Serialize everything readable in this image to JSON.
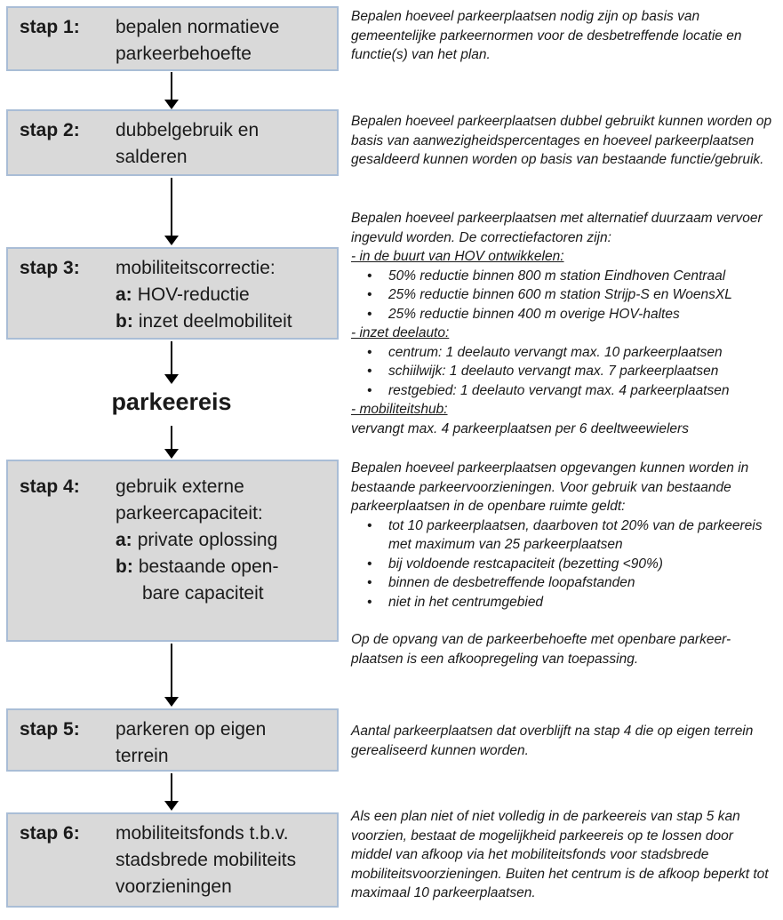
{
  "colors": {
    "box-fill": "#d9d9d9",
    "box-border": "#a9bdd6",
    "arrow": "#000000",
    "text": "#1a1a1a"
  },
  "milestone_label": "parkeereis",
  "steps": [
    {
      "label": "stap 1:",
      "line1": "bepalen normatieve",
      "line2": "parkeerbehoefte"
    },
    {
      "label": "stap 2:",
      "line1": "dubbelgebruik en",
      "line2": "salderen"
    },
    {
      "label": "stap 3:",
      "line1": "mobiliteitscorrectie:",
      "a_label": "a:",
      "a_text": "HOV-reductie",
      "b_label": "b:",
      "b_text": "inzet deelmobiliteit"
    },
    {
      "label": "stap 4:",
      "line1": "gebruik externe",
      "line2": "parkeercapaciteit:",
      "a_label": "a:",
      "a_text": "private oplossing",
      "b_label": "b:",
      "b_text": "bestaande open-",
      "b_wrap": "bare capaciteit"
    },
    {
      "label": "stap 5:",
      "line1": "parkeren op eigen",
      "line2": "terrein"
    },
    {
      "label": "stap 6:",
      "line1": "mobiliteitsfonds t.b.v.",
      "line2": "stadsbrede mobiliteits",
      "line3": "voorzieningen"
    }
  ],
  "notes": [
    {
      "text": "Bepalen hoeveel parkeerplaatsen nodig zijn op basis van gemeentelijke parkeernormen voor de desbetreffende locatie en functie(s) van het plan."
    },
    {
      "text": "Bepalen hoeveel parkeerplaatsen dubbel gebruikt kunnen worden op basis van aanwezigheidspercentages en hoeveel parkeerplaatsen gesaldeerd kunnen worden op basis van bestaande functie/gebruik."
    },
    {
      "intro": "Bepalen hoeveel parkeerplaatsen met alternatief duurzaam vervoer ingevuld worden. De correctiefactoren zijn:",
      "hov_heading": "- in de buurt van HOV ontwikkelen:",
      "hov_bullets": [
        "50% reductie binnen 800 m station Eindhoven Centraal",
        "25% reductie binnen 600 m station Strijp-S en WoensXL",
        "25% reductie binnen 400 m overige HOV-haltes"
      ],
      "deelauto_heading": "- inzet deelauto:",
      "deelauto_bullets": [
        "centrum: 1 deelauto vervangt max. 10 parkeerplaatsen",
        "schiilwijk: 1 deelauto vervangt max. 7 parkeerplaatsen",
        "restgebied: 1 deelauto vervangt max. 4 parkeerplaatsen"
      ],
      "hub_heading": "- mobiliteitshub:",
      "hub_text": "vervangt max. 4 parkeerplaatsen per 6 deeltweewielers"
    },
    {
      "intro": "Bepalen hoeveel parkeerplaatsen opgevangen kunnen worden in bestaande parkeervoorzieningen. Voor gebruik van bestaande parkeerplaatsen in de openbare ruimte geldt:",
      "bullets": [
        "tot 10 parkeerplaatsen, daarboven tot 20% van de parkeereis met maximum van 25 parkeerplaatsen",
        "bij voldoende restcapaciteit (bezetting <90%)",
        "binnen de desbetreffende loopafstanden",
        "niet in het centrumgebied"
      ],
      "outro": "Op de opvang van de parkeerbehoefte met openbare parkeer-plaatsen is een afkoopregeling van toepassing."
    },
    {
      "text": "Aantal parkeerplaatsen dat overblijft na stap 4 die op eigen terrein gerealiseerd kunnen worden."
    },
    {
      "text": "Als een plan niet of niet volledig in de parkeereis van stap 5 kan voorzien, bestaat de mogelijkheid parkeereis op te lossen door middel van afkoop via het mobiliteitsfonds voor stadsbrede mobiliteitsvoorzieningen. Buiten het centrum is de afkoop beperkt tot maximaal 10 parkeerplaatsen."
    }
  ]
}
